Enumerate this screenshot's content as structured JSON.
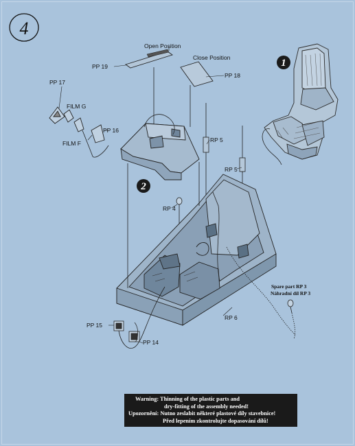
{
  "step_number": "4",
  "callouts": [
    "1",
    "2"
  ],
  "labels": {
    "open_position": "Open Position",
    "close_position": "Close Position",
    "pp19": "PP 19",
    "pp18": "PP 18",
    "pp17": "PP 17",
    "film_g": "FILM G",
    "film_f": "FILM F",
    "pp16": "PP 16",
    "rp5_a": "RP 5",
    "rp5_b": "RP 5",
    "rp4": "RP 4",
    "rp6": "RP 6",
    "pp15": "PP 15",
    "pp14": "PP 14",
    "spare_part": "Spare part RP 3",
    "nahradni": "Náhradní díl RP 3"
  },
  "warning": {
    "line1": "Warning: Thinning of the plastic parts and",
    "line2": "dry-fitting of the assembly needed!",
    "line3": "Upozornění: Nutno zeslabit některé plastové díly stavebnice!",
    "line4": "Před lepením zkontrolujte dopasování dílů!"
  }
}
